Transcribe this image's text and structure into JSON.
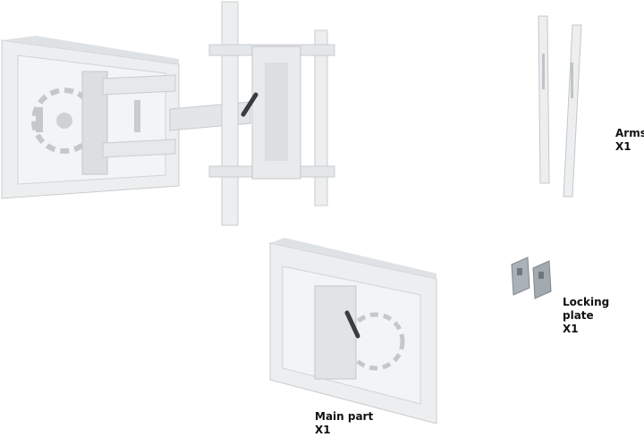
{
  "parts": {
    "arms": {
      "name": "Arms",
      "qty": "X1"
    },
    "locking_plate": {
      "name": "Locking plate",
      "qty": "X1"
    },
    "main_part": {
      "name": "Main part",
      "qty": "X1"
    }
  },
  "colors": {
    "body": "#e9ebec",
    "shade": "#d2d5d7",
    "edge": "#bfc3c6",
    "slot": "#b5b9bc",
    "lever": "#3a3d40",
    "metal": "#9ea6ad",
    "label": "#111111"
  }
}
